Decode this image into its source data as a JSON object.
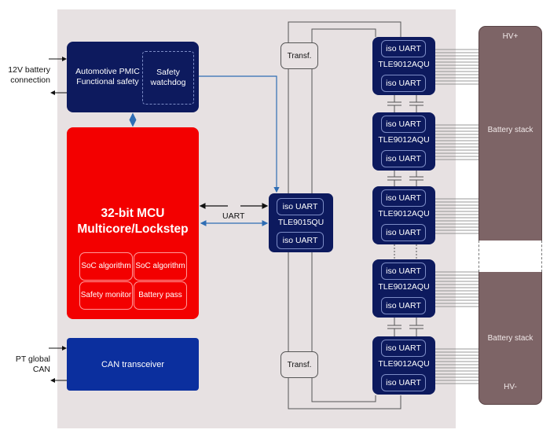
{
  "external": {
    "battery_connection": "12V battery connection",
    "can_bus": "PT global CAN"
  },
  "pmic": {
    "label": "Automotive PMIC Functional safety",
    "watchdog": "Safety watchdog"
  },
  "mcu": {
    "title_line1": "32-bit MCU",
    "title_line2": "Multicore/Lockstep",
    "cells": [
      "SoC algorithm",
      "SoC algorithm",
      "Safety monitor",
      "Battery pass"
    ]
  },
  "can": {
    "label": "CAN transceiver"
  },
  "uart_link": {
    "label": "UART"
  },
  "transformers": [
    "Transf.",
    "Transf."
  ],
  "bridge": {
    "name": "TLE9015QU",
    "port_top": "iso UART",
    "port_bottom": "iso UART"
  },
  "monitors": [
    {
      "name": "TLE9012AQU",
      "port_top": "iso UART",
      "port_bottom": "iso UART"
    },
    {
      "name": "TLE9012AQU",
      "port_top": "iso UART",
      "port_bottom": "iso UART"
    },
    {
      "name": "TLE9012AQU",
      "port_top": "iso UART",
      "port_bottom": "iso UART"
    },
    {
      "name": "TLE9012AQU",
      "port_top": "iso UART",
      "port_bottom": "iso UART"
    },
    {
      "name": "TLE9012AQU",
      "port_top": "iso UART",
      "port_bottom": "iso UART"
    }
  ],
  "battery": {
    "hv_plus": "HV+",
    "hv_minus": "HV-",
    "stack_label_top": "Battery stack",
    "stack_label_bottom": "Battery stack"
  },
  "colors": {
    "panel": "#e7e1e2",
    "navy": "#0d1a5e",
    "mcu_red": "#f30000",
    "can_blue": "#0b2f9e",
    "battery": "#7d6466",
    "signal_blue": "#2e6db4"
  }
}
